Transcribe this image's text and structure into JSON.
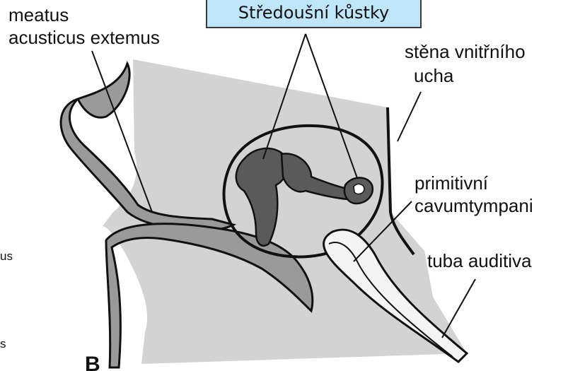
{
  "title_box": {
    "text": "Středoušní kůstky"
  },
  "labels": {
    "meatus_line1": "meatus",
    "meatus_line2": "acusticus extemus",
    "stena_line1": "stěna vnitřního",
    "stena_line2": "ucha",
    "primitivni_line1": "primitivní",
    "primitivni_line2": "cavumtympani",
    "tuba": "tuba auditiva",
    "panel_letter": "B",
    "edge_fragment_1": "us",
    "edge_fragment_2": "s"
  },
  "colors": {
    "tissue_fill": "#d3d3d3",
    "canal_fill": "#9a9a9a",
    "ossicle_fill": "#5a5a5a",
    "outline": "#111111",
    "title_bg": "#bfe6f8"
  }
}
